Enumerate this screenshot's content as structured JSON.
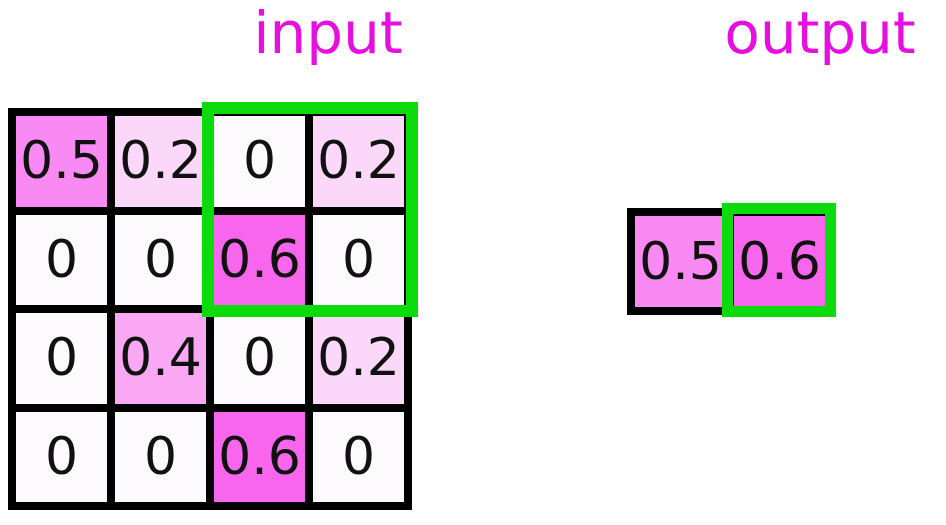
{
  "titles": {
    "input_label": "input",
    "output_label": "output"
  },
  "colors": {
    "title_magenta": "#e60fe0",
    "green_highlight": "#0bdb0b",
    "grid_border": "#000000",
    "number_text": "#111111",
    "background": "#ffffff",
    "value_colors": {
      "0": "#fdfafd",
      "0.2": "#fbd7f9",
      "0.4": "#faa8f3",
      "0.5": "#fa8af3",
      "0.6": "#f866ee"
    }
  },
  "input_grid": {
    "rows": [
      [
        "0.5",
        "0.2",
        "0",
        "0.2"
      ],
      [
        "0",
        "0",
        "0.6",
        "0"
      ],
      [
        "0",
        "0.4",
        "0",
        "0.2"
      ],
      [
        "0",
        "0",
        "0.6",
        "0"
      ]
    ],
    "highlight_region": {
      "row_start": 1,
      "row_end": 2,
      "col_start": 3,
      "col_end": 4
    }
  },
  "output_cells": [
    {
      "value": "0.5",
      "highlighted": false
    },
    {
      "value": "0.6",
      "highlighted": true
    }
  ]
}
